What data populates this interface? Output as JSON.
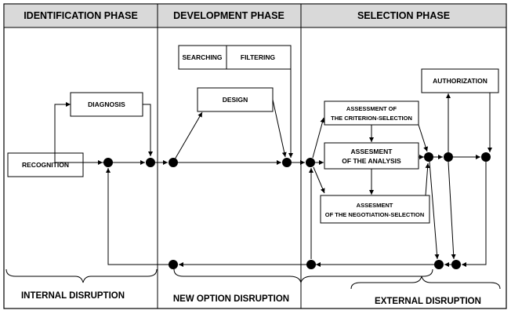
{
  "phases": {
    "identification": "IDENTIFICATION  PHASE",
    "development": "DEVELOPMENT  PHASE",
    "selection": "SELECTION PHASE"
  },
  "boxes": {
    "recognition": "RECOGNITION",
    "diagnosis": "DIAGNOSIS",
    "searching": "SEARCHING",
    "filtering": "FILTERING",
    "design": "DESIGN",
    "authorization": "AUTHORIZATION",
    "criterion_line1": "ASSESSMENT OF",
    "criterion_line2": "THE CRITERION-SELECTION",
    "analysis_line1": "ASSESMENT",
    "analysis_line2": "OF THE ANALYSIS",
    "negotiation_line1": "ASSESMENT",
    "negotiation_line2": "OF THE NEGOTIATION-SELECTION"
  },
  "disruptions": {
    "internal": "INTERNAL DISRUPTION",
    "new_option": "NEW OPTION DISRUPTION",
    "external": "EXTERNAL DISRUPTION"
  }
}
